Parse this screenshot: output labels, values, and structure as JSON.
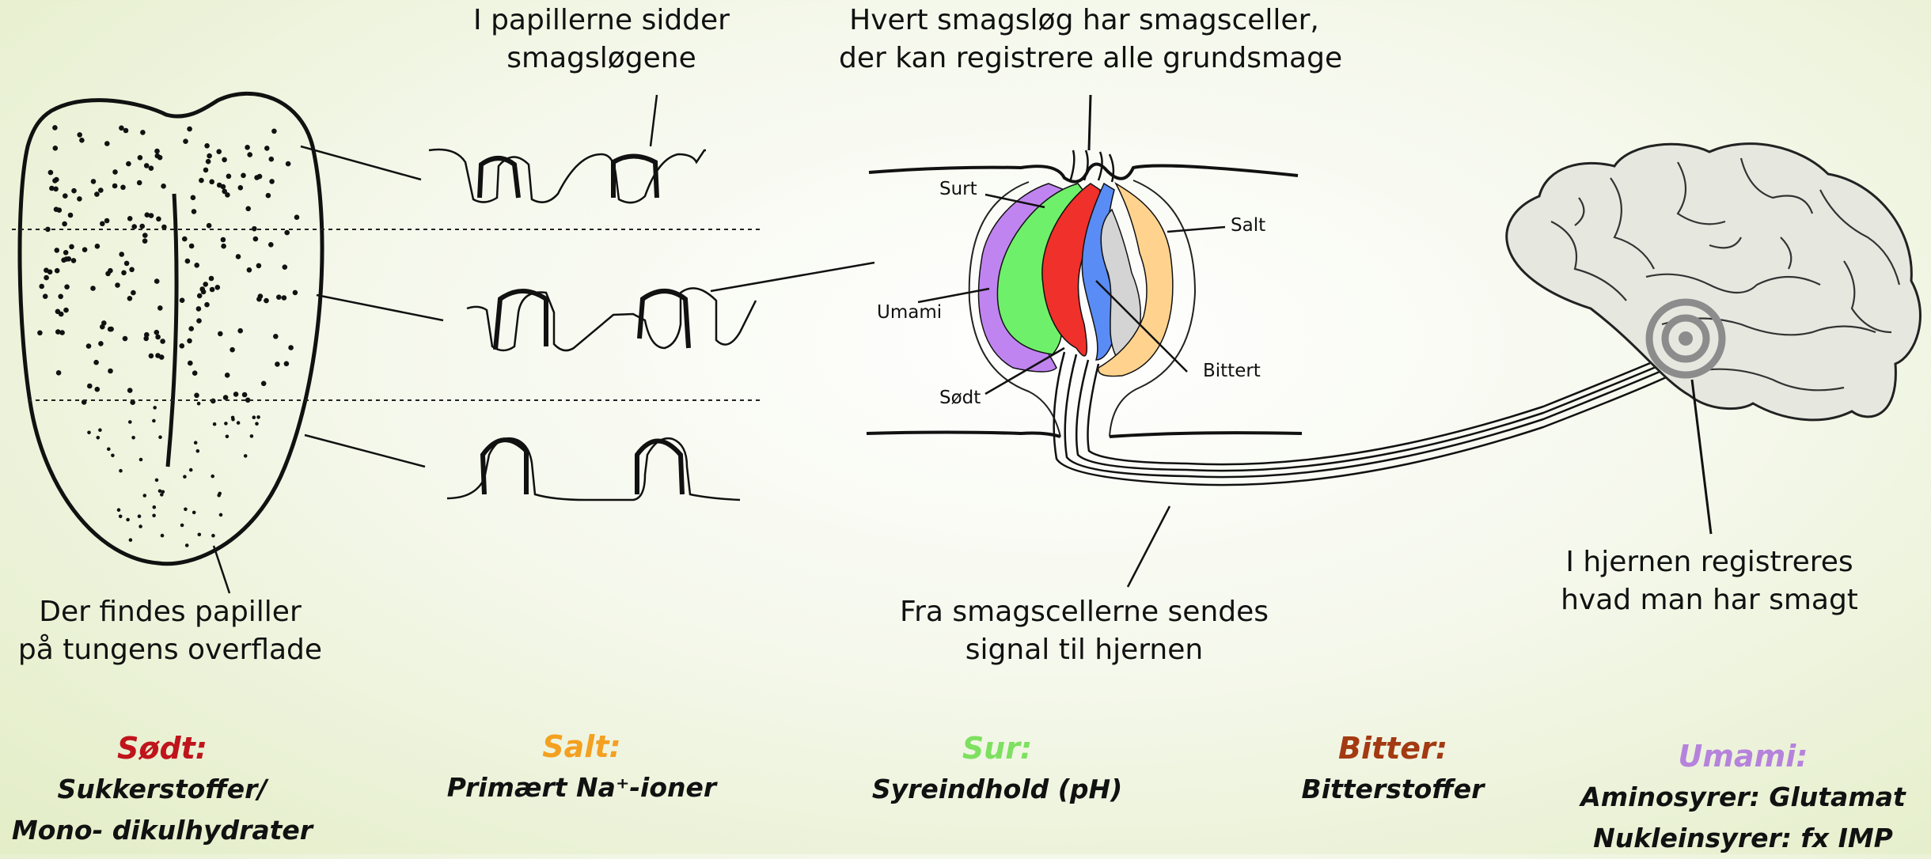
{
  "captions": {
    "tongue": [
      "Der findes papiller",
      "på tungens overflade"
    ],
    "papillae": [
      "I papillerne sidder",
      "smagsløgene"
    ],
    "tastebud": [
      "Hvert smagsløg har smagsceller,",
      "der kan registrere alle grundsmage"
    ],
    "signal": [
      "Fra smagscellerne sendes",
      "signal til hjernen"
    ],
    "brain": [
      "I hjernen registreres",
      "hvad man har smagt"
    ]
  },
  "bud_labels": {
    "surt": "Surt",
    "salt": "Salt",
    "umami": "Umami",
    "bittert": "Bittert",
    "sodt": "Sødt"
  },
  "tastes": [
    {
      "name": "Sødt:",
      "color": "#c0141c",
      "desc": [
        "Sukkerstoffer/",
        "Mono- dikulhydrater"
      ]
    },
    {
      "name": "Salt:",
      "color": "#f4a020",
      "desc": [
        "Primært Na⁺-ioner"
      ]
    },
    {
      "name": "Sur:",
      "color": "#7ee060",
      "desc": [
        "Syreindhold (pH)"
      ]
    },
    {
      "name": "Bitter:",
      "color": "#a33a12",
      "desc": [
        "Bitterstoffer"
      ]
    },
    {
      "name": "Umami:",
      "color": "#b583dc",
      "desc": [
        "Aminosyrer: Glutamat",
        "Nukleinsyrer: fx IMP"
      ]
    }
  ],
  "cell_colors": {
    "umami": "#c084f0",
    "sur": "#6ff06a",
    "sodt": "#f0302a",
    "bitter": "#5a8cf5",
    "grey": "#d4d4d4",
    "salt": "#ffd38e"
  }
}
